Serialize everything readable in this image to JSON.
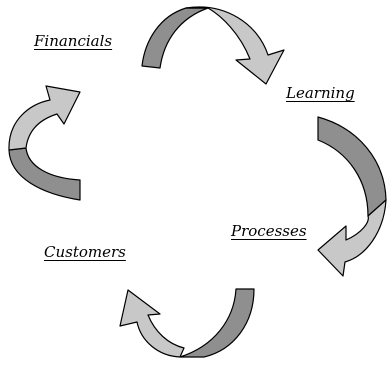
{
  "labels": {
    "financials": "Financials",
    "learning": "Learning",
    "processes": "Processes",
    "customers": "Customers"
  },
  "colors": {
    "dark_band": "#8f8f8f",
    "light_band": "#c8c8c8",
    "outline": "#000000"
  }
}
